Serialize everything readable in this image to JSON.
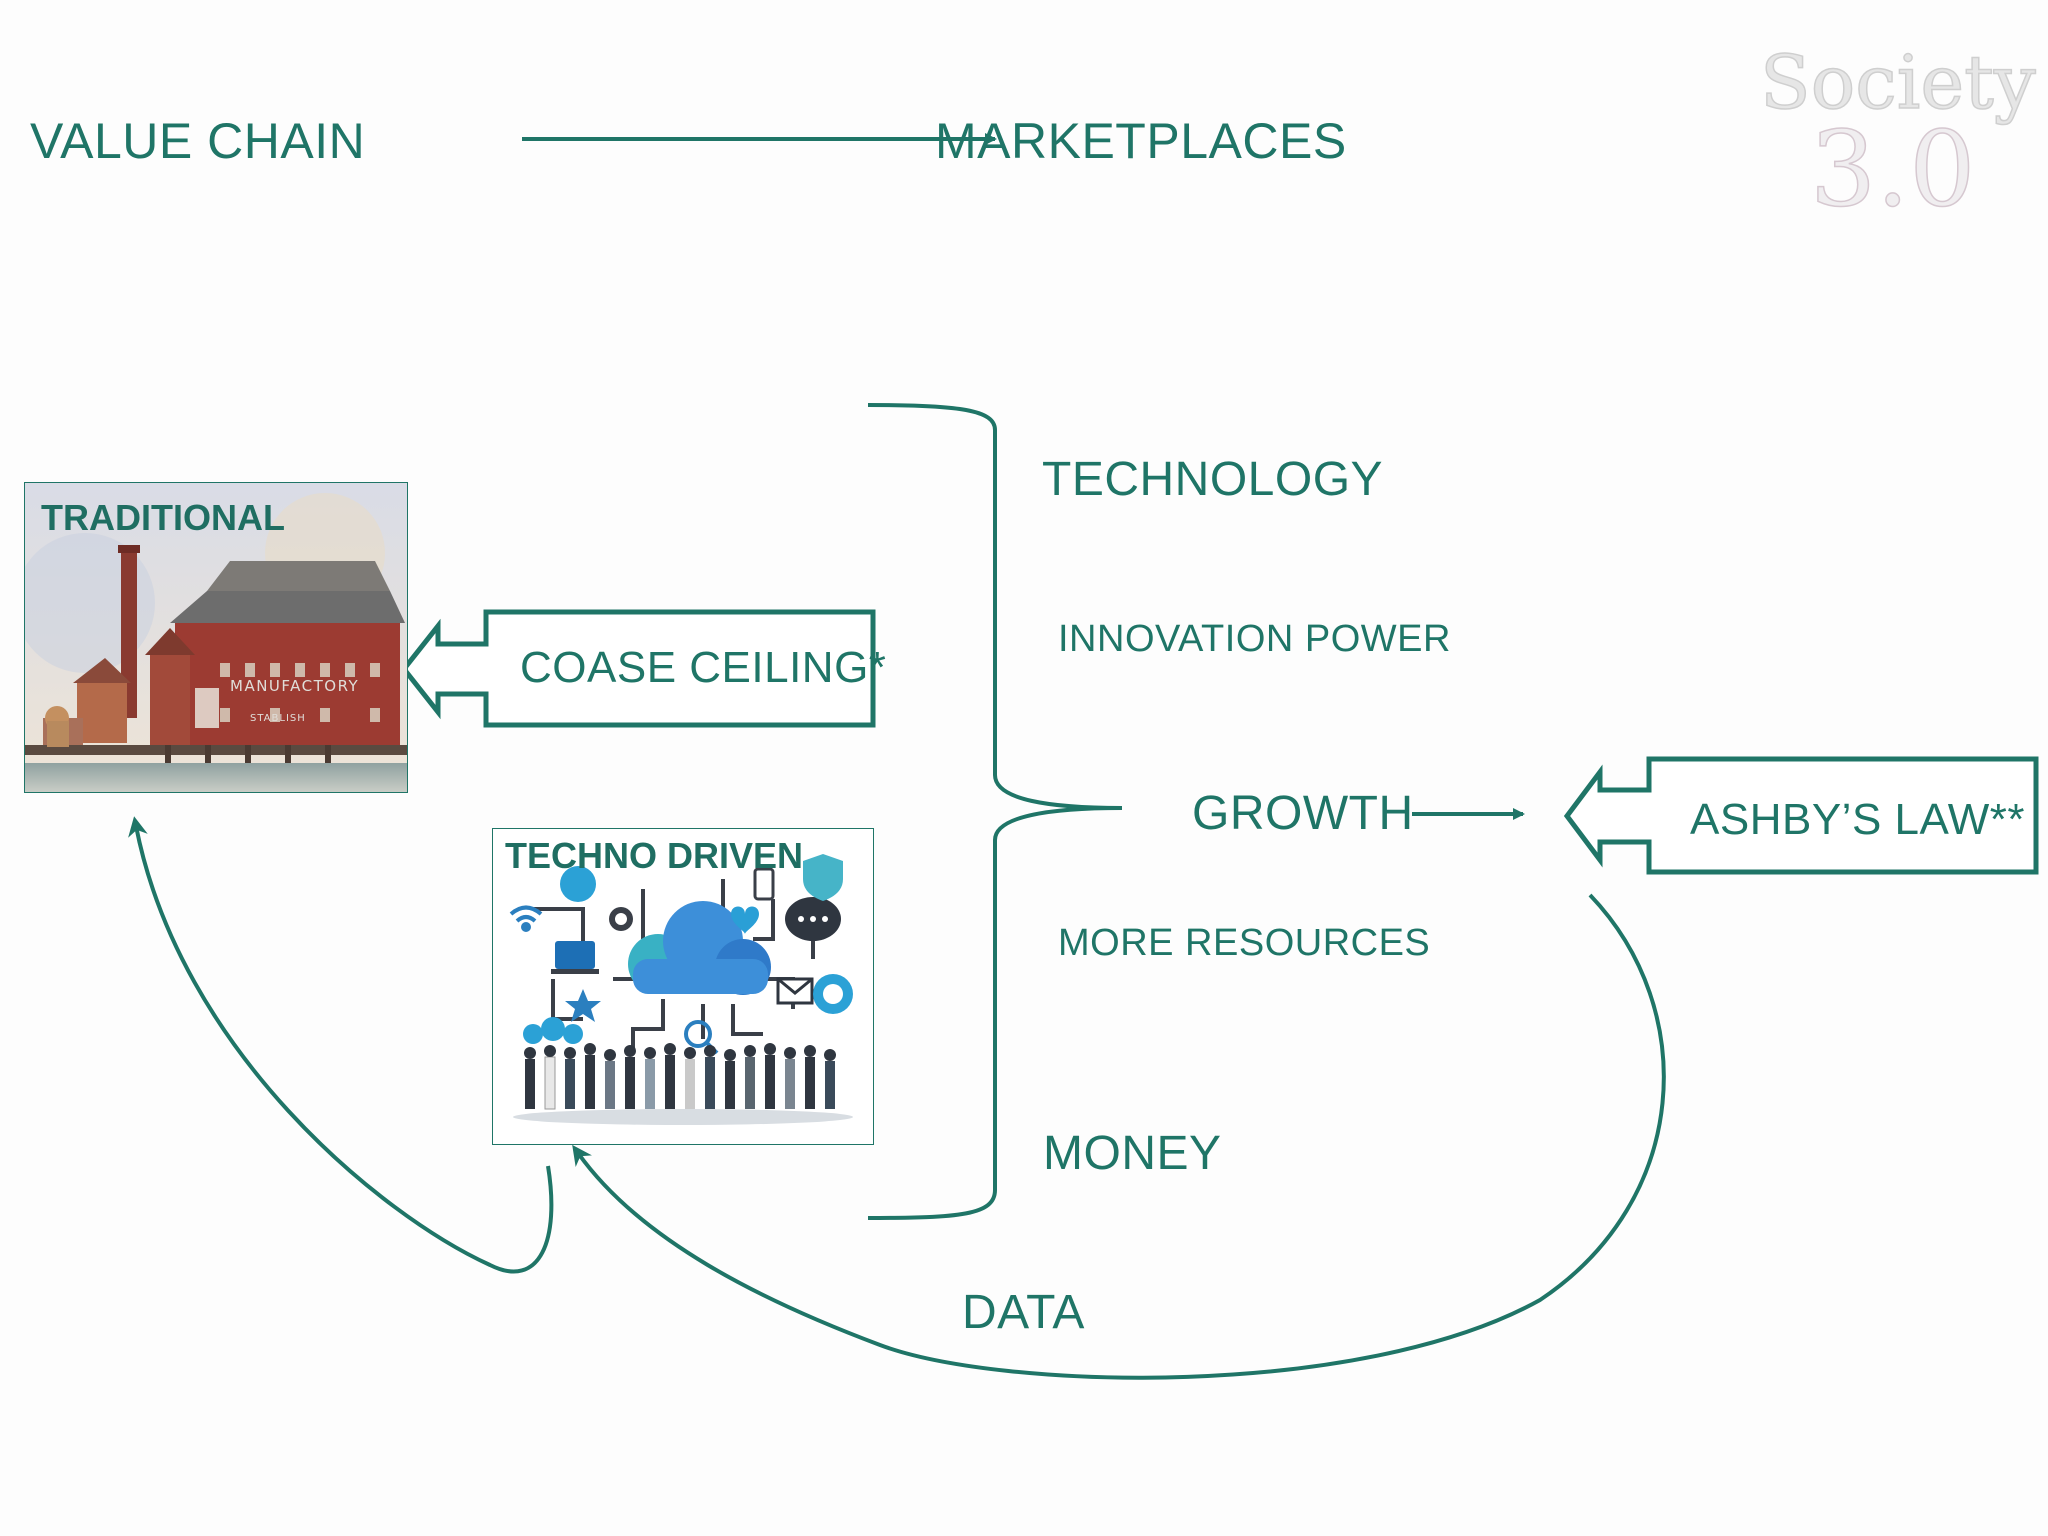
{
  "header": {
    "left_label": "VALUE CHAIN",
    "right_label": "MARKETPLACES"
  },
  "logo": {
    "line1": "Society",
    "line2": "3.0"
  },
  "factors": {
    "technology": "TECHNOLOGY",
    "innovation": "INNOVATION POWER",
    "growth": "GROWTH",
    "resources": "MORE RESOURCES",
    "money": "MONEY"
  },
  "boxes": {
    "coase": "COASE CEILING*",
    "ashby": "ASHBY’S LAW**"
  },
  "images": {
    "traditional": {
      "title": "TRADITIONAL",
      "sign": "MANUFACTORY",
      "sign2": "STABLISH"
    },
    "techno": {
      "title": "TECHNO DRIVEN"
    }
  },
  "flows": {
    "data": "DATA"
  },
  "colors": {
    "accent": "#1f7567",
    "brick": "#9c3b32",
    "sky": "#5aa8d8"
  },
  "icons": [
    "factory-image",
    "network-people-image",
    "cloud-icon",
    "wifi-icon",
    "heart-icon",
    "mail-icon",
    "shield-icon",
    "chat-icon",
    "star-icon"
  ]
}
